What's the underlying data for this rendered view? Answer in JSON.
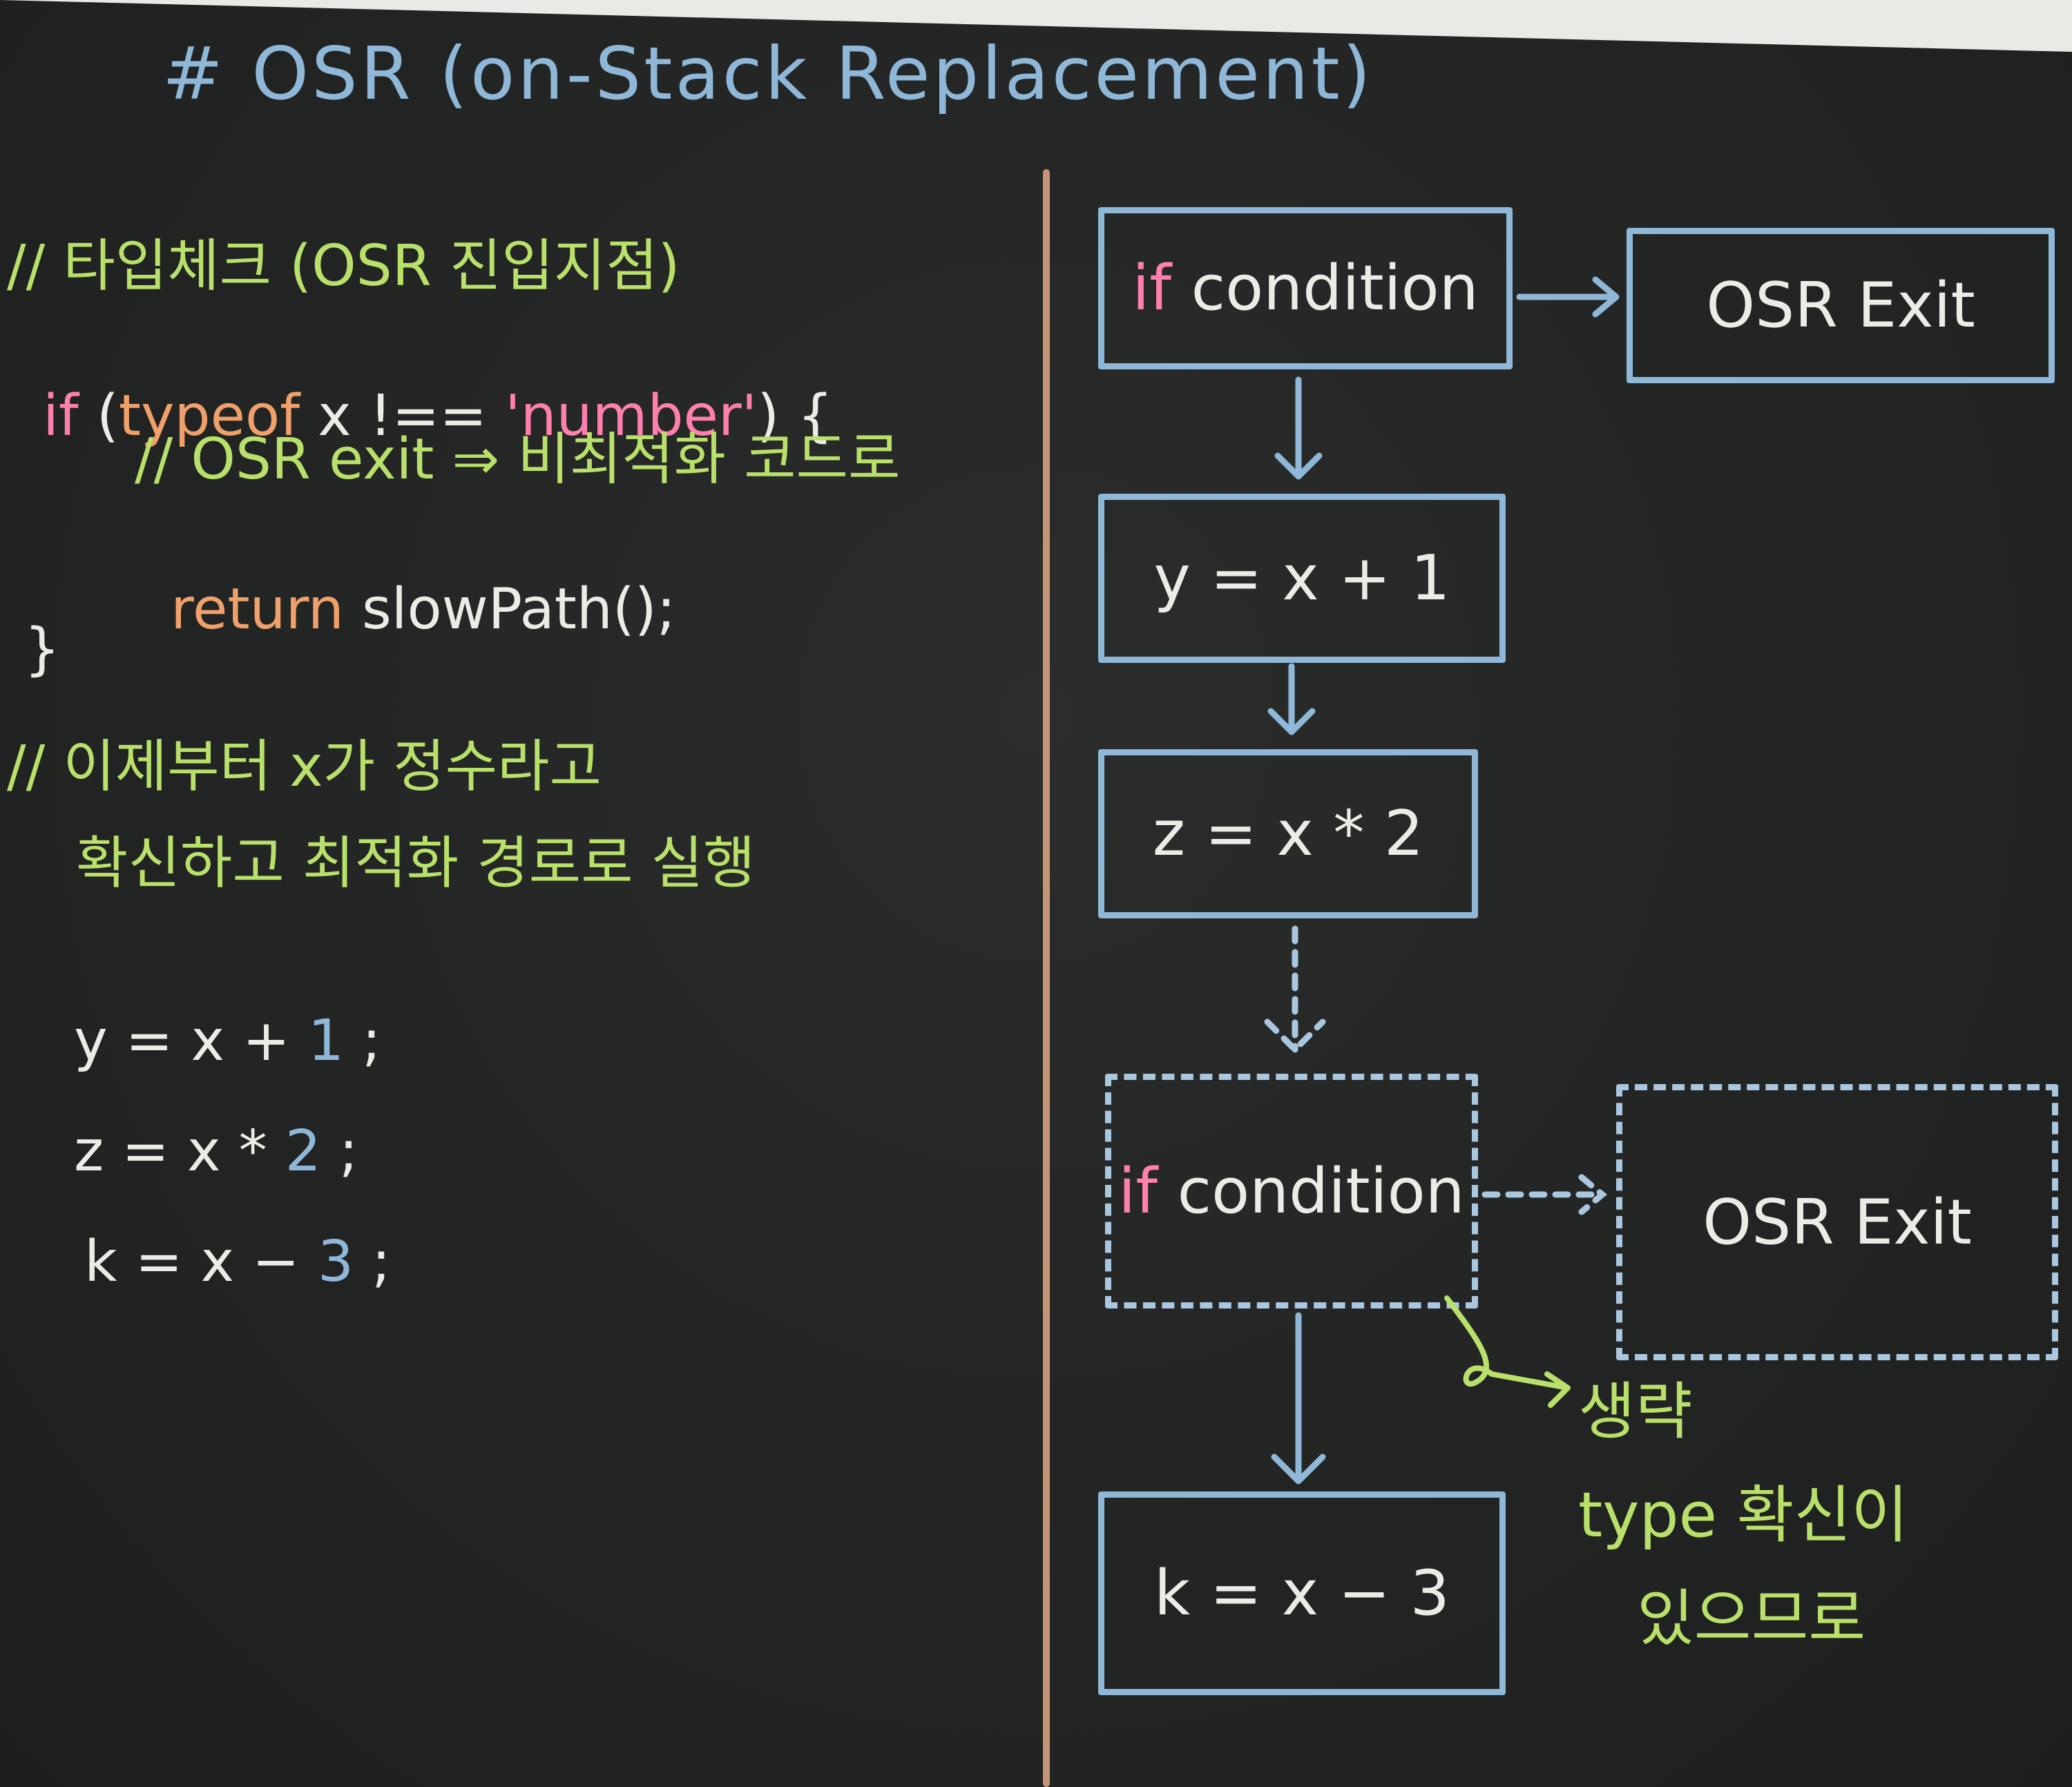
{
  "title": "# OSR (on-Stack Replacement)",
  "code": {
    "comment_typecheck": "// 타입체크 (OSR 진입지점)",
    "if_keyword": "if",
    "if_paren": " (",
    "typeof_keyword": "typeof",
    "x_compare": " x !== ",
    "number_string": "'number'",
    "brace_open": ") {",
    "comment_exit": "// OSR exit ⇒ 비최적화 코드로",
    "return_keyword": "return",
    "return_call": " slowPath();",
    "brace_close": "}",
    "comment_opt_1": "// 이제부터 x가 정수라고",
    "comment_opt_2": "확신하고 최적화 경로로 실행",
    "line_y_lhs": "y = x + ",
    "line_y_num": "1",
    "line_y_end": " ;",
    "line_z_lhs": "z = x * ",
    "line_z_num": "2",
    "line_z_end": " ;",
    "line_k_lhs": "k = x − ",
    "line_k_num": "3",
    "line_k_end": " ;"
  },
  "flow": {
    "box1_if": "if",
    "box1_cond": " condition",
    "box1_exit": "OSR Exit",
    "box2": "y = x + 1",
    "box3": "z = x * 2",
    "box4_if": "if",
    "box4_cond": " condition",
    "box4_exit": "OSR Exit",
    "box5": "k = x − 3",
    "note_1": "생략",
    "note_2": "type 확신이",
    "note_3": "있으므로"
  },
  "colors": {
    "board": "#232524",
    "chalk_blue": "#8fb7d8",
    "chalk_green": "#b9e06a",
    "chalk_pink": "#ff7fae",
    "chalk_orange": "#f0a06a",
    "chalk_white": "#ecece6",
    "divider": "#d9a07e"
  }
}
